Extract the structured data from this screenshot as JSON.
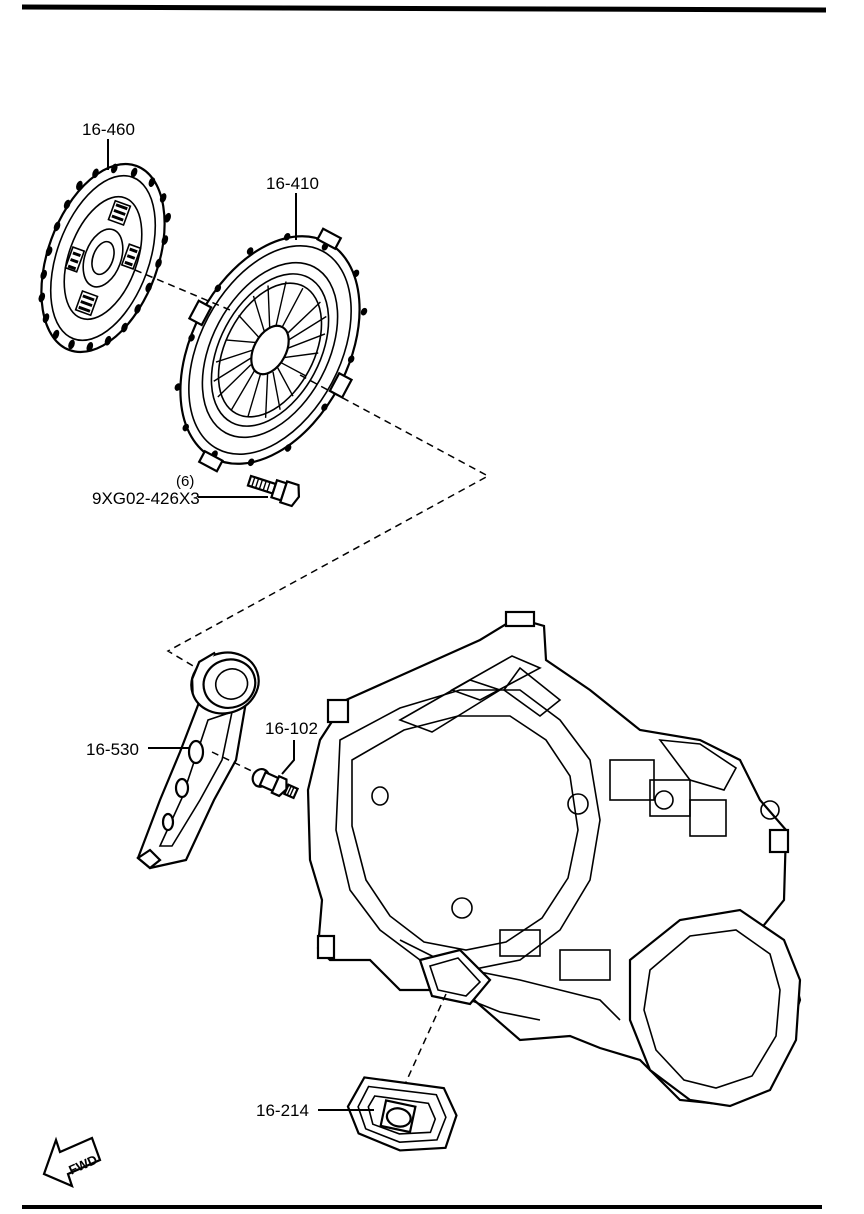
{
  "parts": {
    "clutch_disc": {
      "label": "16-460"
    },
    "pressure_plate": {
      "label": "16-410"
    },
    "bolt": {
      "qty": "(6)",
      "label": "9XG02-426X3"
    },
    "release_bearing_fork": {
      "label": "16-530"
    },
    "pivot": {
      "label": "16-102"
    },
    "boot": {
      "label": "16-214"
    }
  },
  "direction_indicator": {
    "text": "FWD"
  }
}
